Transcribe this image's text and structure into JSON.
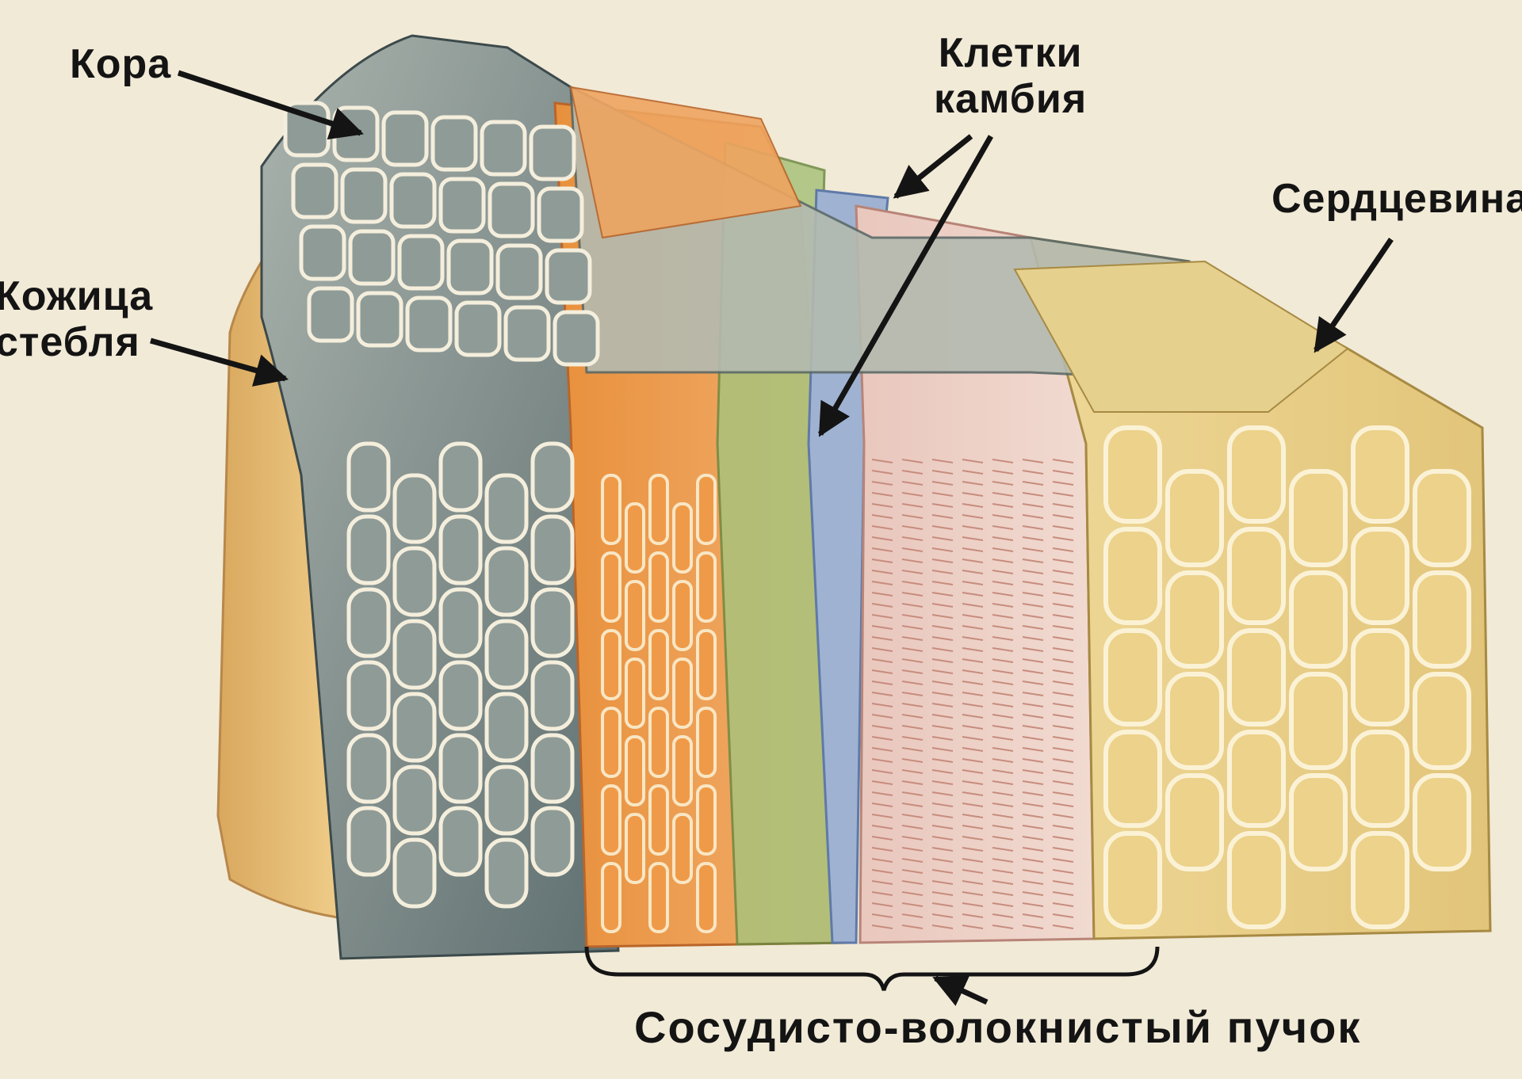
{
  "labels": {
    "bark": "Кора",
    "cambium_line1": "Клетки",
    "cambium_line2": "камбия",
    "pith": "Сердцевина",
    "epidermis_line1": "Кожица",
    "epidermis_line2": "стебля",
    "bundle": "Сосудисто-волокнистый пучок"
  },
  "colors": {
    "background": "#f1ead7",
    "bark_cells": "#8c9894",
    "bark_dark": "#4f6064",
    "epidermis": "#e0b26a",
    "phloem": "#e58a3c",
    "sieve_green": "#9cb86a",
    "cambium_blue": "#8ea4c8",
    "xylem_pink": "#e4c0b8",
    "pith": "#e8d28e",
    "cell_wall": "#f8f1e0",
    "label_text": "#141414"
  }
}
